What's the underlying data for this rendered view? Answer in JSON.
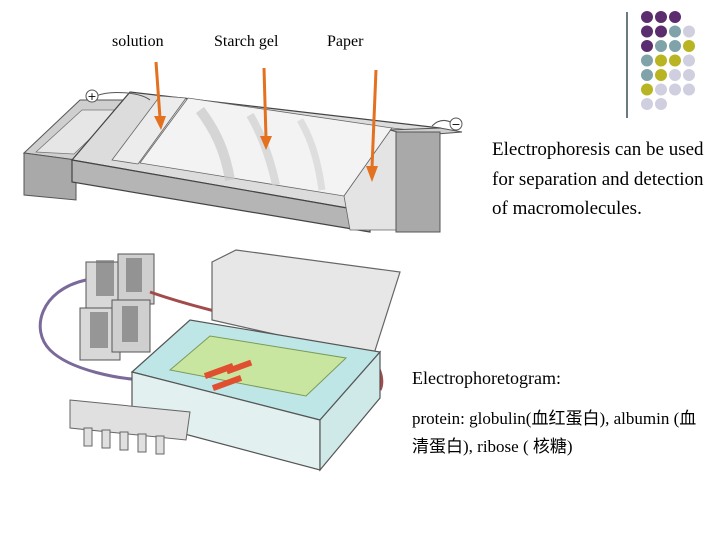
{
  "labels": {
    "solution": "solution",
    "starch_gel": "Starch gel",
    "paper": "Paper"
  },
  "electrodes": {
    "positive": "+",
    "negative": "−"
  },
  "main_text": "Electrophoresis can be used for separation and detection of macromolecules.",
  "electrophoretogram_title": "Electrophoretogram:",
  "electrophoretogram_text": "protein: globulin(血红蛋白), albumin (血清蛋白), ribose ( 核糖)",
  "colors": {
    "purple": "#5c2d6e",
    "teal": "#7fa3a8",
    "olive": "#b8b422",
    "lavender": "#cfcfe0",
    "arrow": "#e3711f",
    "buffer": "#bfe6e6",
    "gel": "#c8e6a0",
    "band": "#e05030"
  }
}
